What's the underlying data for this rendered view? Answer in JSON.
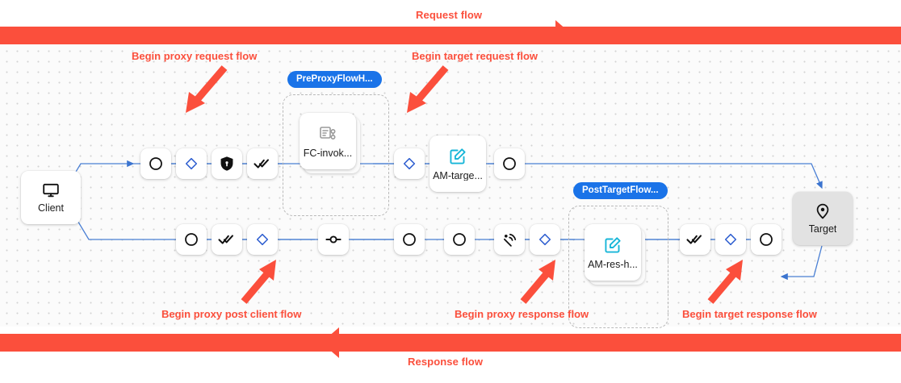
{
  "banners": {
    "request": {
      "label": "Request flow",
      "color": "#fb4f3c",
      "direction": "right"
    },
    "response": {
      "label": "Response flow",
      "color": "#fb4f3c",
      "direction": "left"
    }
  },
  "endpoints": [
    {
      "id": "client",
      "label": "Client",
      "icon": "monitor-icon"
    },
    {
      "id": "target",
      "label": "Target",
      "icon": "location-pin-icon"
    }
  ],
  "groups": [
    {
      "id": "preproxy",
      "badge": "PreProxyFlowH...",
      "node": {
        "label": "FC-invok...",
        "icon": "flow-callout-icon"
      }
    },
    {
      "id": "posttarget",
      "badge": "PostTargetFlow...",
      "node": {
        "label": "AM-res-h...",
        "icon": "assign-message-icon"
      }
    }
  ],
  "standalone_policies": [
    {
      "id": "am-target",
      "label": "AM-targe...",
      "icon": "assign-message-icon"
    }
  ],
  "request_row": [
    {
      "icon": "circle-icon",
      "kind": "step"
    },
    {
      "icon": "diamond-icon",
      "kind": "flow-start"
    },
    {
      "icon": "shield-lock-icon",
      "kind": "step"
    },
    {
      "icon": "double-check-icon",
      "kind": "step"
    },
    {
      "icon": "flow-callout-icon",
      "kind": "policy-card"
    },
    {
      "icon": "diamond-icon",
      "kind": "flow-start"
    },
    {
      "icon": "assign-message-icon",
      "kind": "policy-card"
    },
    {
      "icon": "circle-icon",
      "kind": "step"
    }
  ],
  "response_row": [
    {
      "icon": "circle-icon",
      "kind": "step"
    },
    {
      "icon": "double-check-icon",
      "kind": "step"
    },
    {
      "icon": "diamond-icon",
      "kind": "flow-start"
    },
    {
      "icon": "node-dot-icon",
      "kind": "step"
    },
    {
      "icon": "circle-icon",
      "kind": "step"
    },
    {
      "icon": "circle-icon",
      "kind": "step"
    },
    {
      "icon": "broadcast-icon",
      "kind": "step"
    },
    {
      "icon": "diamond-icon",
      "kind": "flow-start"
    },
    {
      "icon": "assign-message-icon",
      "kind": "policy-card"
    },
    {
      "icon": "double-check-icon",
      "kind": "step"
    },
    {
      "icon": "diamond-icon",
      "kind": "flow-start"
    },
    {
      "icon": "circle-icon",
      "kind": "step"
    }
  ],
  "annotations": [
    {
      "id": "begin-proxy-request-flow",
      "text": "Begin proxy request flow"
    },
    {
      "id": "begin-target-request-flow",
      "text": "Begin target request flow"
    },
    {
      "id": "begin-proxy-post-client-flow",
      "text": "Begin proxy post client flow"
    },
    {
      "id": "begin-proxy-response-flow",
      "text": "Begin proxy response flow"
    },
    {
      "id": "begin-target-response-flow",
      "text": "Begin target response flow"
    }
  ],
  "colors": {
    "accent_red": "#fb4f3c",
    "wire_blue": "#4a7fd4",
    "diamond_blue": "#2f5fd0",
    "badge_blue": "#1a73e8",
    "policy_cyan": "#18b6d8"
  }
}
